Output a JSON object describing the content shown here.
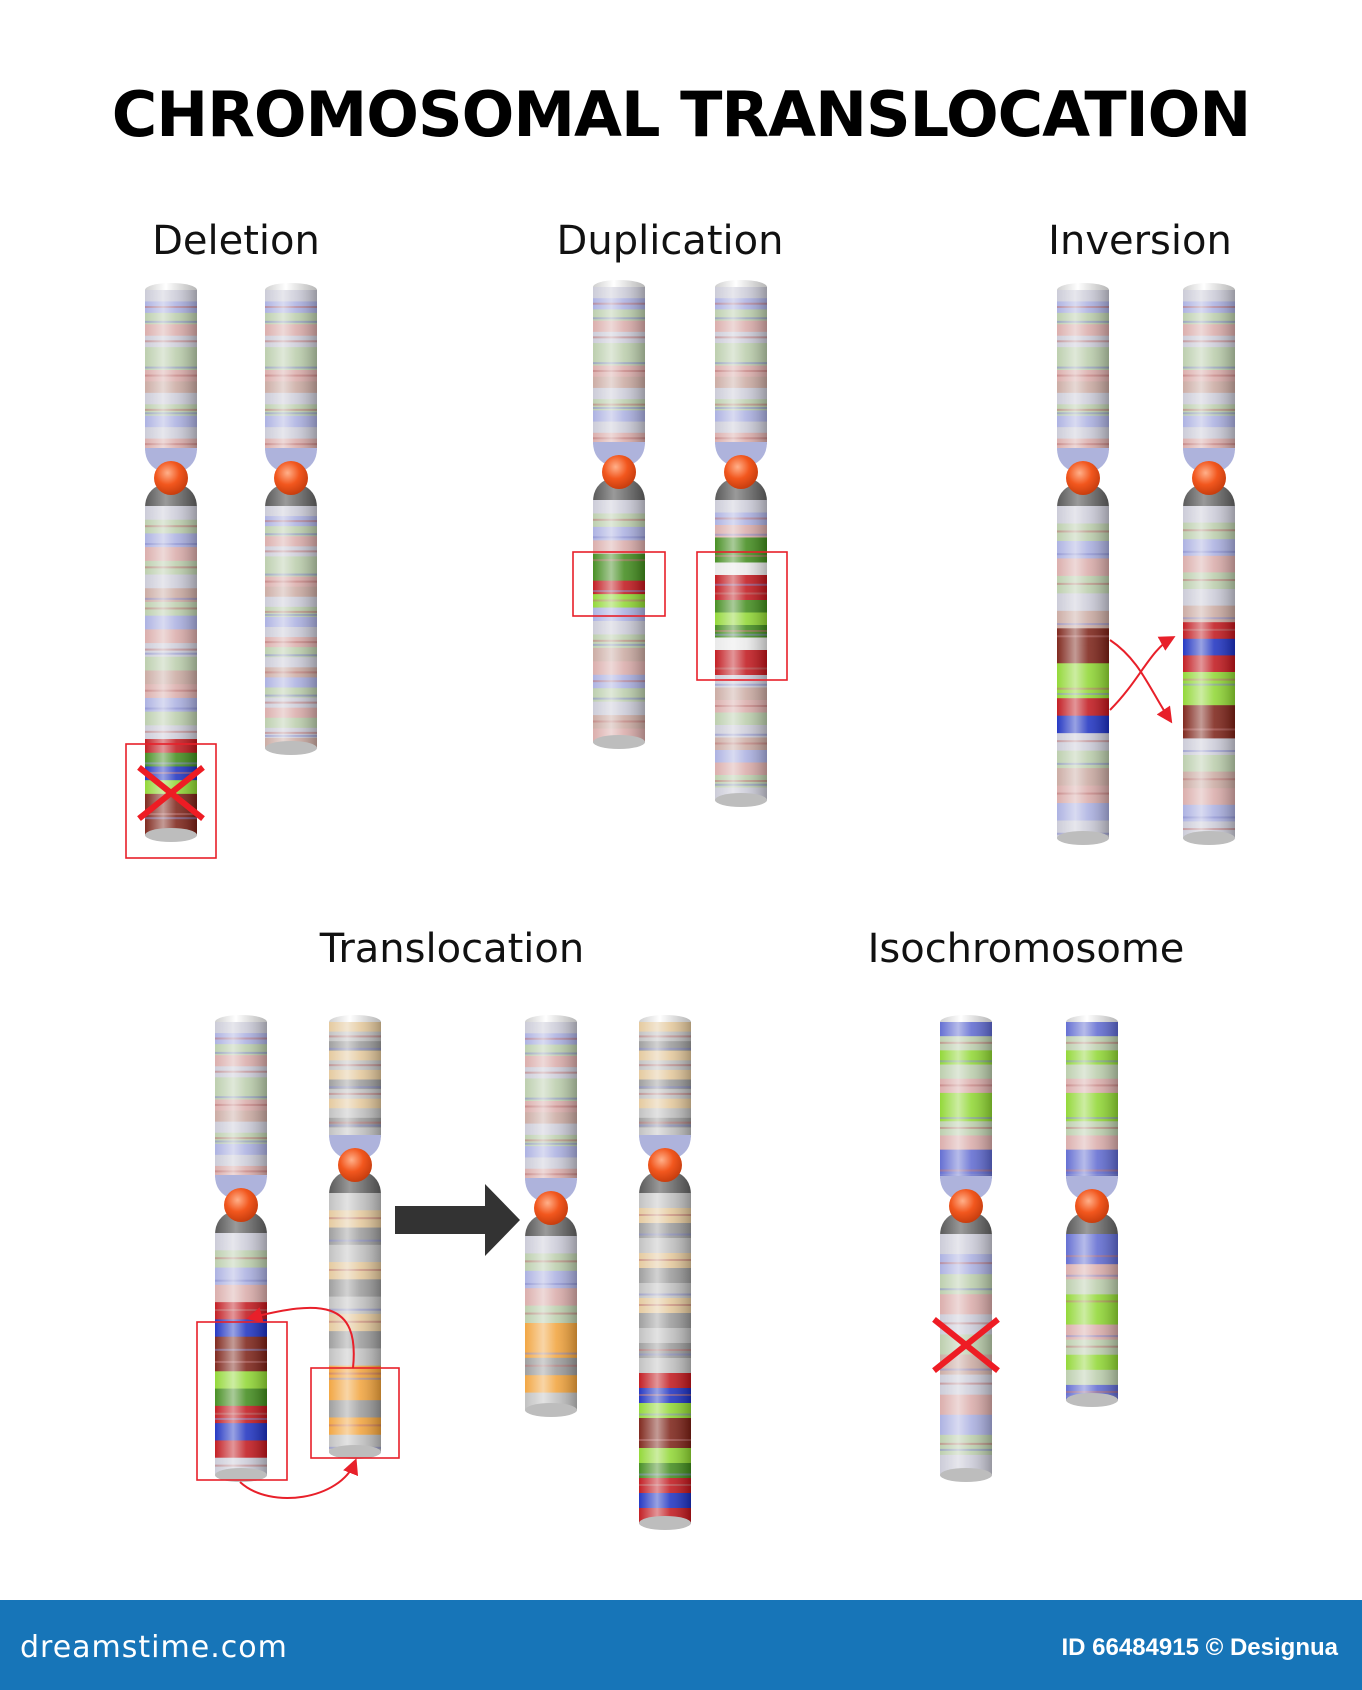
{
  "title": "CHROMOSOMAL TRANSLOCATION",
  "panels": {
    "deletion": "Deletion",
    "duplication": "Duplication",
    "inversion": "Inversion",
    "translocation": "Translocation",
    "isochromosome": "Isochromosome"
  },
  "footer": {
    "logo": "dreamstime.com",
    "credit": "ID 66484915 © Designua"
  },
  "colors": {
    "centromere": "#f2571e",
    "highlight_box": "#e8202a",
    "arrow": "#333333",
    "footer": "#1775b8"
  }
}
